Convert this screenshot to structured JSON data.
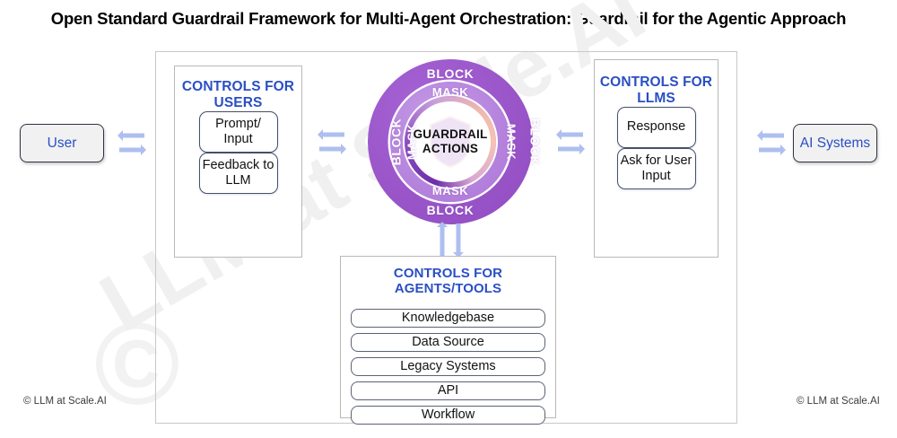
{
  "title": "Open Standard Guardrail Framework for Multi-Agent Orchestration: Guardrail for the Agentic Approach",
  "watermark": {
    "diagonal_text": "LLM at Scale.AI",
    "symbol": "©"
  },
  "endpoints": {
    "user": "User",
    "ai_systems": "AI Systems"
  },
  "panels": {
    "users": {
      "title": "CONTROLS FOR USERS",
      "items": [
        "Prompt/ Input",
        "Feedback to LLM"
      ]
    },
    "llms": {
      "title": "CONTROLS FOR LLMS",
      "items": [
        "Response",
        "Ask for User Input"
      ]
    },
    "agents": {
      "title": "CONTROLS FOR AGENTS/TOOLS",
      "items": [
        "Knowledgebase",
        "Data Source",
        "Legacy Systems",
        "API",
        "Workflow"
      ]
    }
  },
  "guardrail": {
    "core_line1": "GUARDRAIL",
    "core_line2": "ACTIONS",
    "outer_ring_label": "BLOCK",
    "inner_ring_label": "MASK",
    "outer_ring_positions": [
      "top",
      "right",
      "bottom",
      "left"
    ],
    "inner_ring_positions": [
      "top",
      "right",
      "bottom",
      "left"
    ],
    "colors": {
      "outer_ring": "#9a56c9",
      "inner_ring": "#b583dd",
      "accent_dark": "#6d2fa8",
      "accent_warm": "#f0b8ae",
      "core": "#ffffff"
    }
  },
  "arrows": {
    "user_link": "bidirectional",
    "left_mid_link": "bidirectional",
    "right_mid_link": "bidirectional",
    "ai_link": "bidirectional",
    "agents_link": "bidirectional-vertical",
    "color": "#aabcee"
  },
  "footer": {
    "left": "© LLM at Scale.AI",
    "right": "© LLM at Scale.AI"
  },
  "theme": {
    "panel_title_color": "#2a4fc4",
    "frame_border": "#c8c8c8",
    "box_border": "#44516b",
    "endpoint_fill": "#f1f1f1"
  }
}
